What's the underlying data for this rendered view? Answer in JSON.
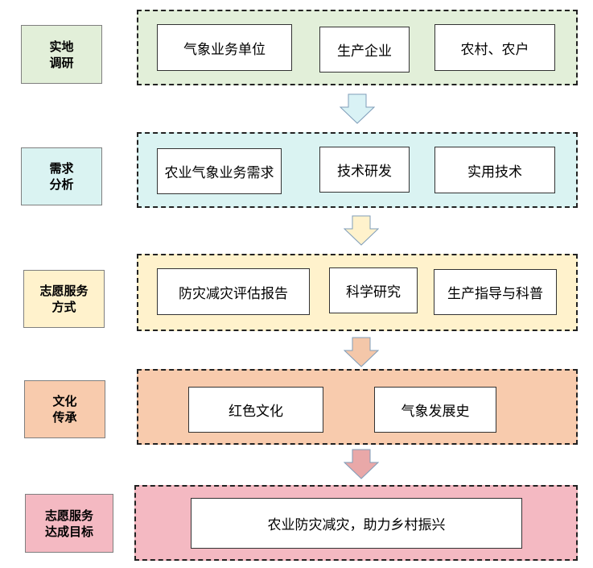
{
  "colors": {
    "green": "#e2efd9",
    "cyan": "#daf3f2",
    "yellow": "#fff2cc",
    "orange": "#f8cbad",
    "pink": "#f4b9c2",
    "arrow_cyan": "#d9f2f5",
    "arrow_yellow": "#fff2cc",
    "arrow_orange": "#f4c7a9",
    "arrow_pink": "#e9a8a8"
  },
  "stages": [
    {
      "label": "实地\n调研",
      "boxes": [
        "气象业务单位",
        "生产企业",
        "农村、农户"
      ]
    },
    {
      "label": "需求\n分析",
      "boxes": [
        "农业气象业务需求",
        "技术研发",
        "实用技术"
      ]
    },
    {
      "label": "志愿服务\n方式",
      "boxes": [
        "防灾减灾评估报告",
        "科学研究",
        "生产指导与科普"
      ]
    },
    {
      "label": "文化\n传承",
      "boxes": [
        "红色文化",
        "气象发展史"
      ]
    },
    {
      "label": "志愿服务\n达成目标",
      "boxes": [
        "农业防灾减灾，助力乡村振兴"
      ]
    }
  ]
}
